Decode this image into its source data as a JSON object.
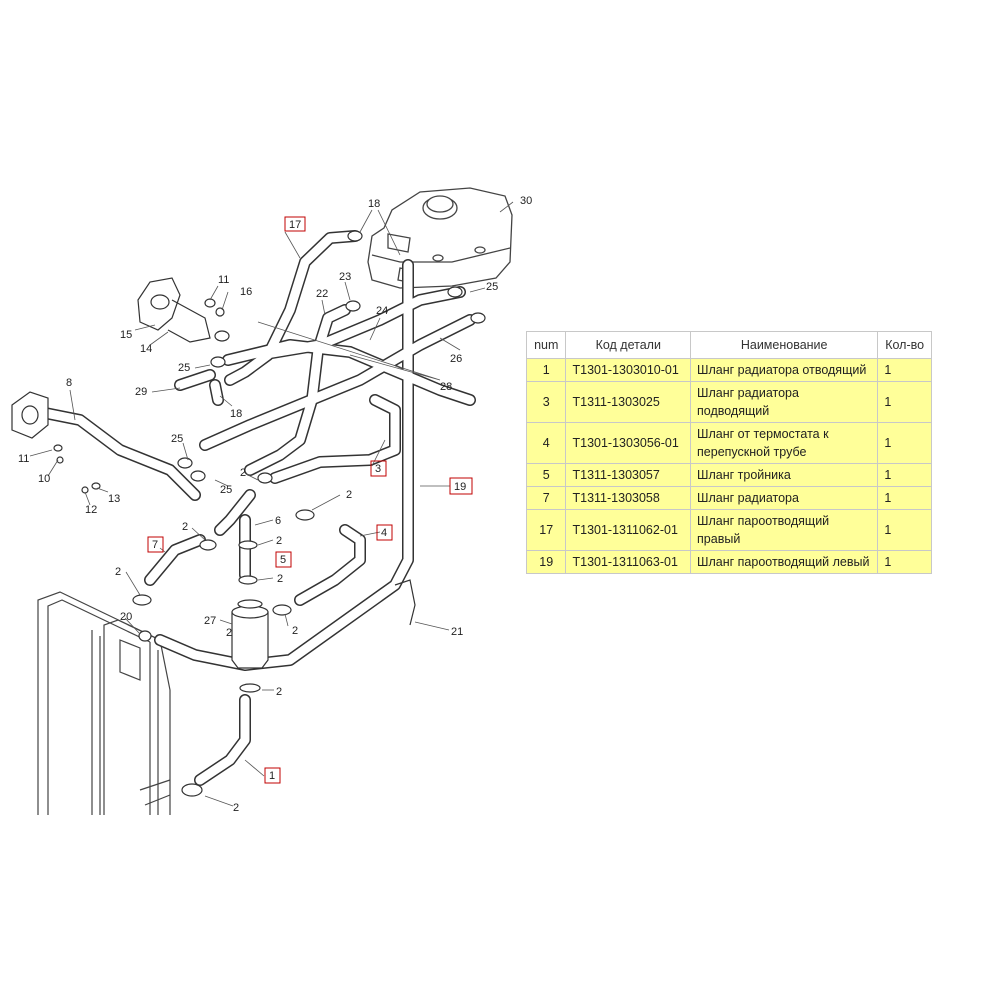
{
  "diagram": {
    "plain_labels": [
      {
        "id": "l30",
        "text": "30"
      },
      {
        "id": "l18a",
        "text": "18"
      },
      {
        "id": "l11a",
        "text": "11"
      },
      {
        "id": "l16",
        "text": "16"
      },
      {
        "id": "l23",
        "text": "23"
      },
      {
        "id": "l25a",
        "text": "25"
      },
      {
        "id": "l22",
        "text": "22"
      },
      {
        "id": "l24",
        "text": "24"
      },
      {
        "id": "l15",
        "text": "15"
      },
      {
        "id": "l14",
        "text": "14"
      },
      {
        "id": "l26",
        "text": "26"
      },
      {
        "id": "l25b",
        "text": "25"
      },
      {
        "id": "l28",
        "text": "28"
      },
      {
        "id": "l29",
        "text": "29"
      },
      {
        "id": "l18b",
        "text": "18"
      },
      {
        "id": "l8",
        "text": "8"
      },
      {
        "id": "l25c",
        "text": "25"
      },
      {
        "id": "l11b",
        "text": "11"
      },
      {
        "id": "l10",
        "text": "10"
      },
      {
        "id": "l2a",
        "text": "2"
      },
      {
        "id": "l25d",
        "text": "25"
      },
      {
        "id": "l13",
        "text": "13"
      },
      {
        "id": "l12",
        "text": "12"
      },
      {
        "id": "l2b",
        "text": "2"
      },
      {
        "id": "l2c",
        "text": "2"
      },
      {
        "id": "l6",
        "text": "6"
      },
      {
        "id": "l2d",
        "text": "2"
      },
      {
        "id": "l2e",
        "text": "2"
      },
      {
        "id": "l2f",
        "text": "2"
      },
      {
        "id": "l20",
        "text": "20"
      },
      {
        "id": "l27",
        "text": "27"
      },
      {
        "id": "l2g",
        "text": "2"
      },
      {
        "id": "l21",
        "text": "21"
      },
      {
        "id": "l2h",
        "text": "2"
      },
      {
        "id": "l2i",
        "text": "2"
      },
      {
        "id": "l2j",
        "text": "2"
      }
    ],
    "callouts": [
      {
        "id": "c17",
        "text": "17"
      },
      {
        "id": "c3",
        "text": "3"
      },
      {
        "id": "c19",
        "text": "19"
      },
      {
        "id": "c7",
        "text": "7"
      },
      {
        "id": "c5",
        "text": "5"
      },
      {
        "id": "c4",
        "text": "4"
      },
      {
        "id": "c1",
        "text": "1"
      }
    ]
  },
  "table": {
    "headers": {
      "num": "num",
      "code": "Код детали",
      "name": "Наименование",
      "qty": "Кол-во"
    },
    "rows": [
      {
        "num": "1",
        "code": "T1301-1303010-01",
        "name": "Шланг радиатора отводящий",
        "qty": "1"
      },
      {
        "num": "3",
        "code": "T1311-1303025",
        "name": "Шланг радиатора подводящий",
        "qty": "1"
      },
      {
        "num": "4",
        "code": "T1301-1303056-01",
        "name": "Шланг от термостата к перепускной трубе",
        "qty": "1"
      },
      {
        "num": "5",
        "code": "T1311-1303057",
        "name": "Шланг тройника",
        "qty": "1"
      },
      {
        "num": "7",
        "code": "T1311-1303058",
        "name": "Шланг радиатора",
        "qty": "1"
      },
      {
        "num": "17",
        "code": "T1301-1311062-01",
        "name": "Шланг пароотводящий правый",
        "qty": "1"
      },
      {
        "num": "19",
        "code": "T1301-1311063-01",
        "name": "Шланг пароотводящий левый",
        "qty": "1"
      }
    ]
  }
}
